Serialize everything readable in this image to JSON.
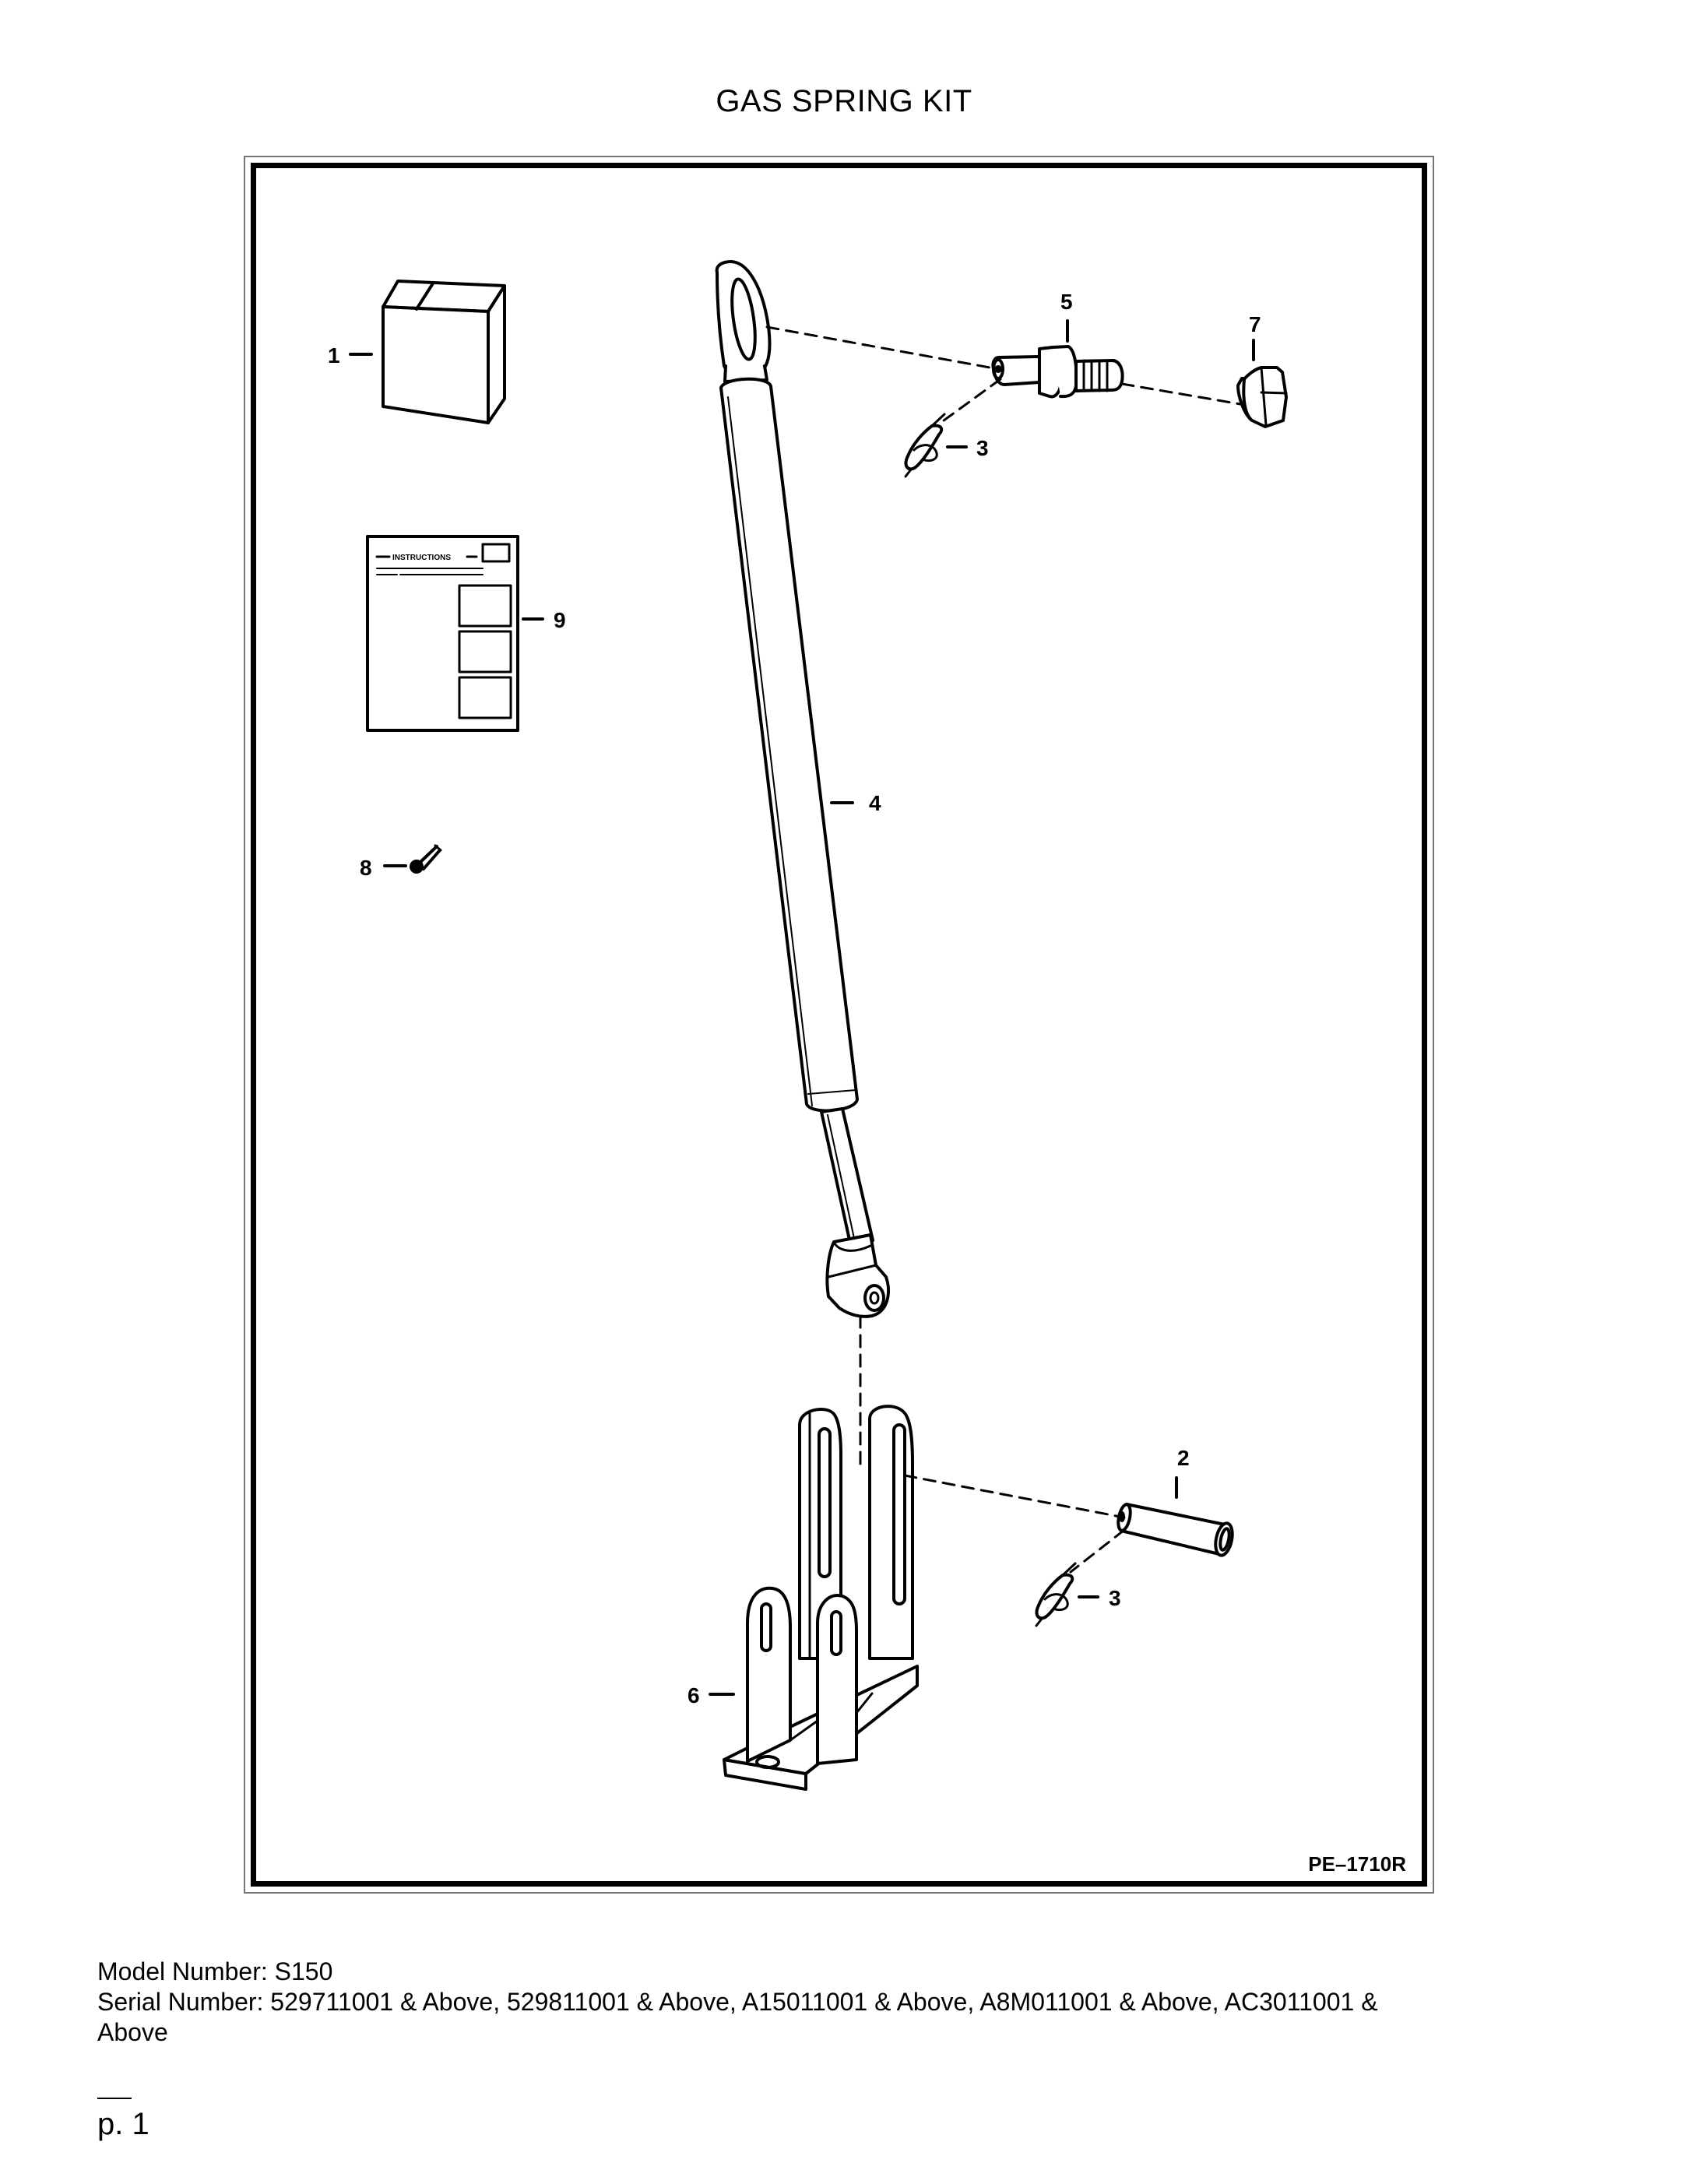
{
  "page": {
    "title": "GAS SPRING KIT"
  },
  "diagram": {
    "drawing_code": "PE–1710R",
    "instructions_label": "INSTRUCTIONS",
    "callouts": {
      "box": "1",
      "pin": "2",
      "clip_upper": "3",
      "clip_lower": "3",
      "gas_spring": "4",
      "stud": "5",
      "bracket": "6",
      "nut": "7",
      "screw": "8",
      "instructions": "9"
    }
  },
  "info": {
    "model_line": "Model Number: S150",
    "serial_line_1": "Serial Number: 529711001 & Above, 529811001 & Above, A15011001 & Above, A8M011001 & Above, AC3011001 &",
    "serial_line_2": "Above"
  },
  "footer": {
    "page_number": "p. 1"
  }
}
